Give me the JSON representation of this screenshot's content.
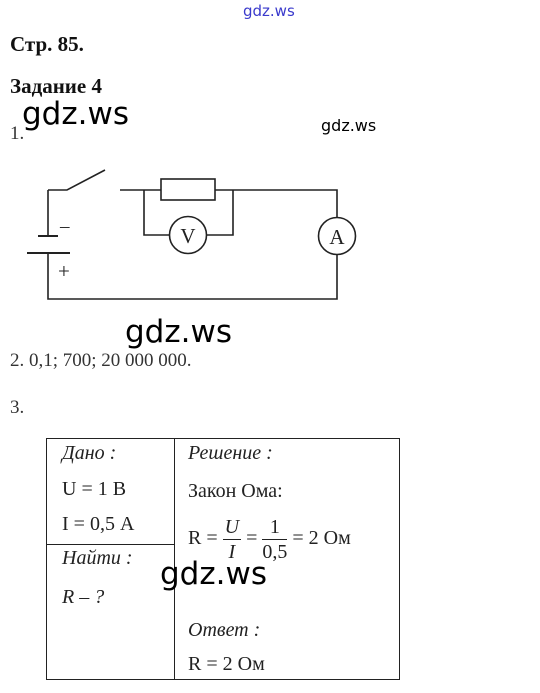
{
  "watermarks": [
    "gdz.ws",
    "gdz.ws",
    "gdz.ws",
    "gdz.ws",
    "gdz.ws"
  ],
  "page_title": "Стр. 85.",
  "task_title": "Задание 4",
  "item1_label": "1.",
  "circuit": {
    "minus": "–",
    "plus": "+",
    "voltmeter": "V",
    "ammeter": "A"
  },
  "item2": "2. 0,1; 700; 20 000 000.",
  "item3_label": "3.",
  "table": {
    "given_header": "Дано :",
    "given_u": "U = 1 В",
    "given_i": "I = 0,5 А",
    "find_header": "Найти :",
    "find_r": "R – ?",
    "solution_header": "Решение :",
    "ohm_law": "Закон Ома:",
    "formula": {
      "r": "R =",
      "u": "U",
      "i": "I",
      "eq": "=",
      "one": "1",
      "half": "0,5",
      "result": "= 2 Ом"
    },
    "answer_header": "Ответ :",
    "answer": "R = 2 Ом"
  }
}
